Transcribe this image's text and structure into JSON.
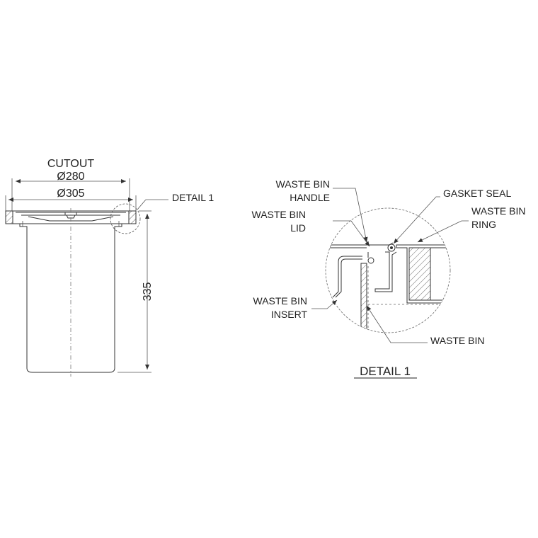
{
  "main_view": {
    "cutout_label": "CUTOUT",
    "dim_cutout": "Ø280",
    "dim_outer": "Ø305",
    "dim_height": "335",
    "detail_callout": "DETAIL 1"
  },
  "detail_view": {
    "title": "DETAIL 1",
    "labels": {
      "handle_line1": "WASTE BIN",
      "handle_line2": "HANDLE",
      "lid_line1": "WASTE BIN",
      "lid_line2": "LID",
      "insert_line1": "WASTE BIN",
      "insert_line2": "INSERT",
      "gasket": "GASKET SEAL",
      "ring_line1": "WASTE BIN",
      "ring_line2": "RING",
      "bin": "WASTE BIN"
    }
  }
}
